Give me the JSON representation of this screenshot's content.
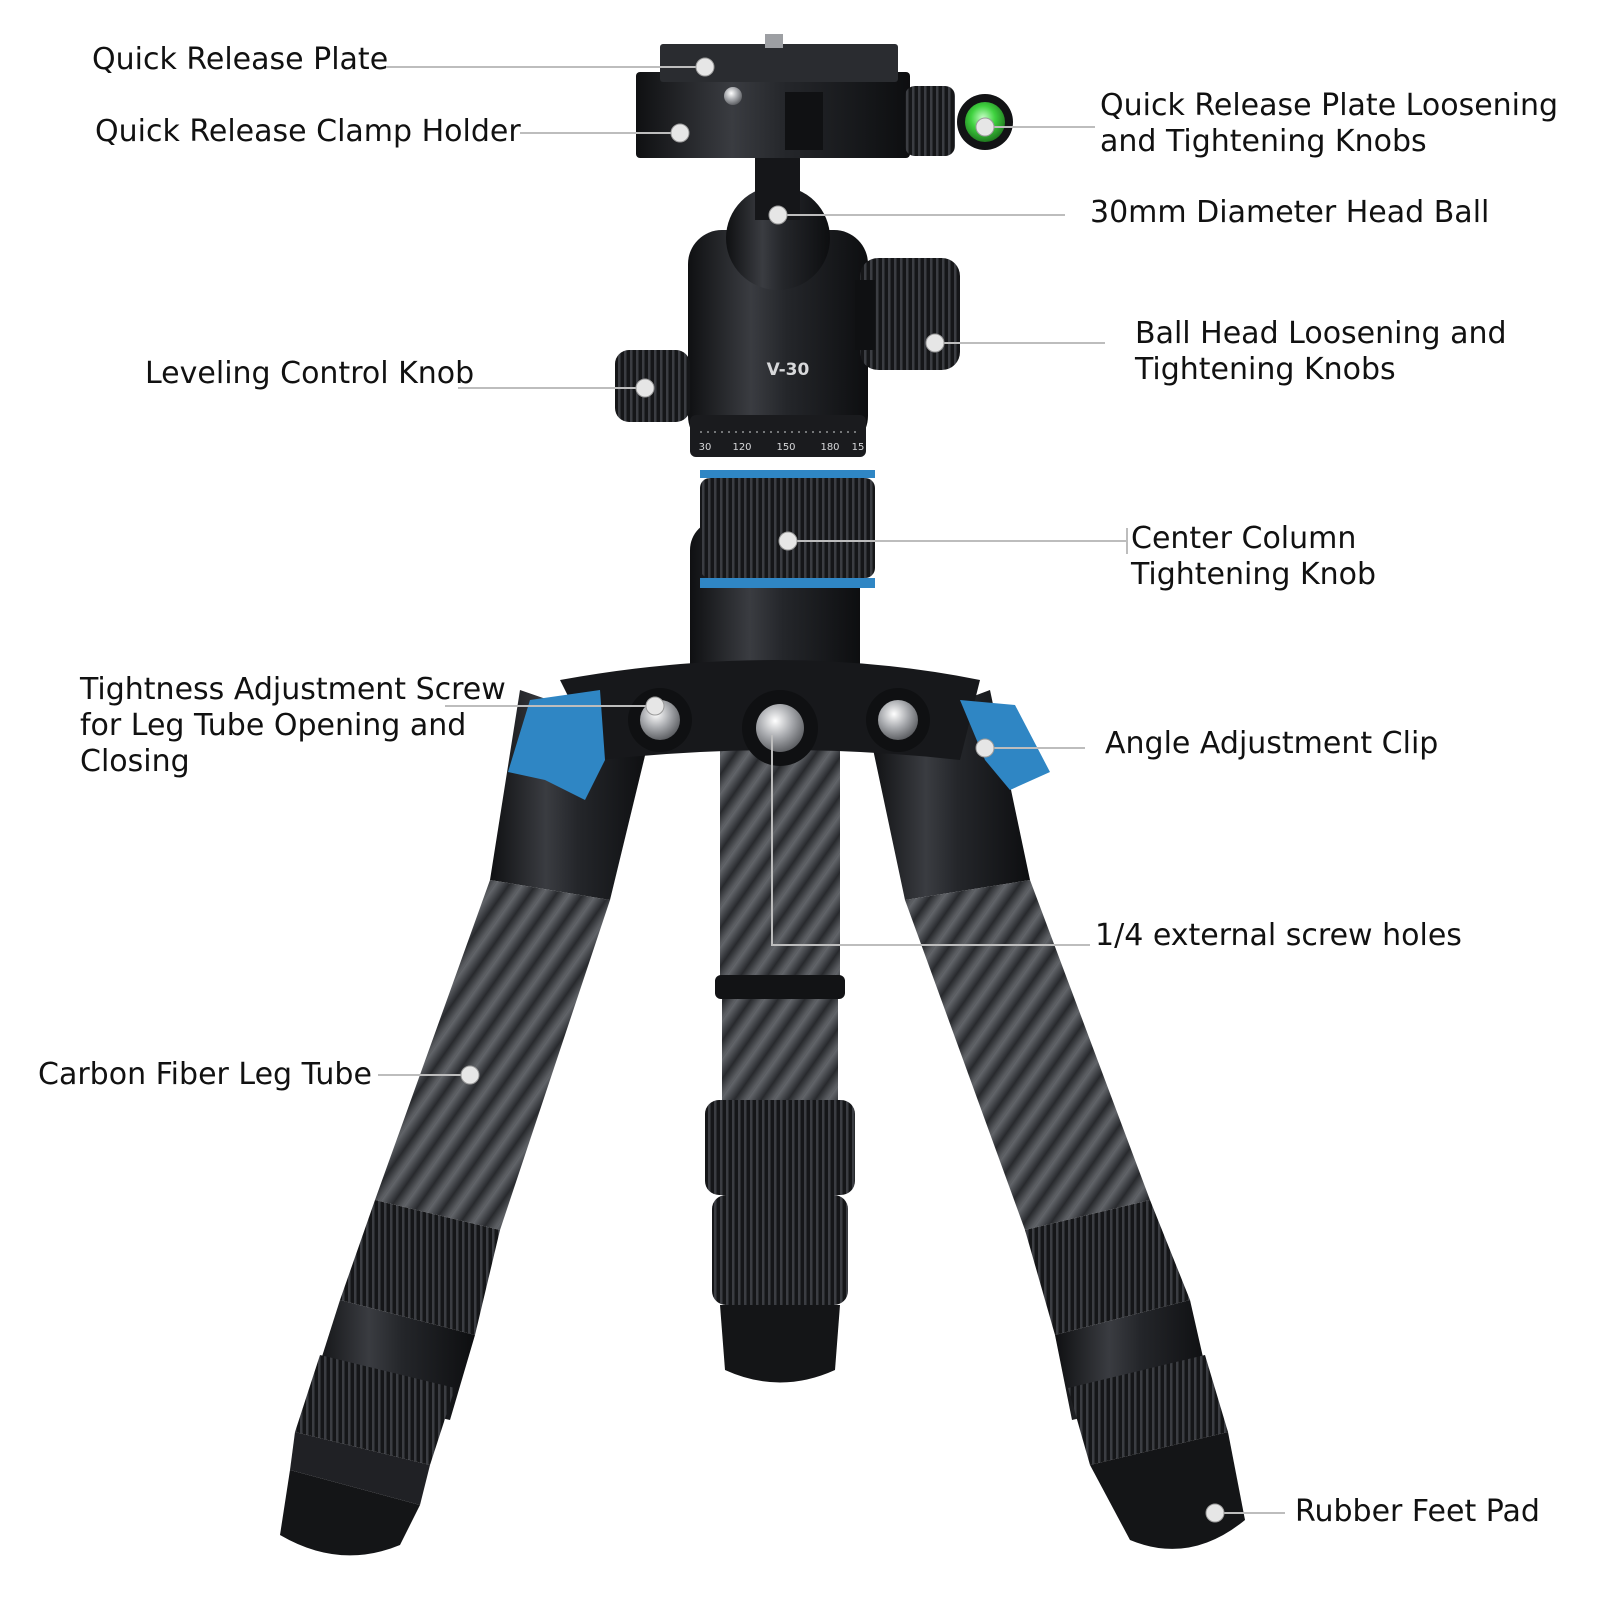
{
  "product": {
    "model_text": "V-30",
    "scale_numbers": [
      "30",
      "120",
      "150",
      "180",
      "15"
    ]
  },
  "callouts": [
    {
      "id": "quick-release-plate",
      "lines": [
        "Quick Release Plate"
      ]
    },
    {
      "id": "quick-release-clamp-holder",
      "lines": [
        "Quick Release Clamp Holder"
      ]
    },
    {
      "id": "plate-knobs",
      "lines": [
        "Quick Release Plate Loosening",
        "and Tightening Knobs"
      ]
    },
    {
      "id": "head-ball",
      "lines": [
        "30mm Diameter Head Ball"
      ]
    },
    {
      "id": "ball-head-knobs",
      "lines": [
        "Ball Head Loosening and",
        "Tightening Knobs"
      ]
    },
    {
      "id": "leveling-knob",
      "lines": [
        "Leveling Control Knob"
      ]
    },
    {
      "id": "center-column-knob",
      "lines": [
        "Center Column",
        "Tightening Knob"
      ]
    },
    {
      "id": "tightness-screw",
      "lines": [
        "Tightness Adjustment Screw",
        "for Leg Tube Opening and",
        "Closing"
      ]
    },
    {
      "id": "angle-clip",
      "lines": [
        "Angle Adjustment Clip"
      ]
    },
    {
      "id": "screw-holes",
      "lines": [
        "1/4 external screw holes"
      ]
    },
    {
      "id": "carbon-leg",
      "lines": [
        "Carbon Fiber Leg Tube"
      ]
    },
    {
      "id": "rubber-feet",
      "lines": [
        "Rubber Feet Pad"
      ]
    }
  ],
  "colors": {
    "accent_blue": "#2f86c4",
    "bubble_green": "#3fd23f",
    "metal_dark": "#1e1f22",
    "carbon": "#4a4c50"
  }
}
